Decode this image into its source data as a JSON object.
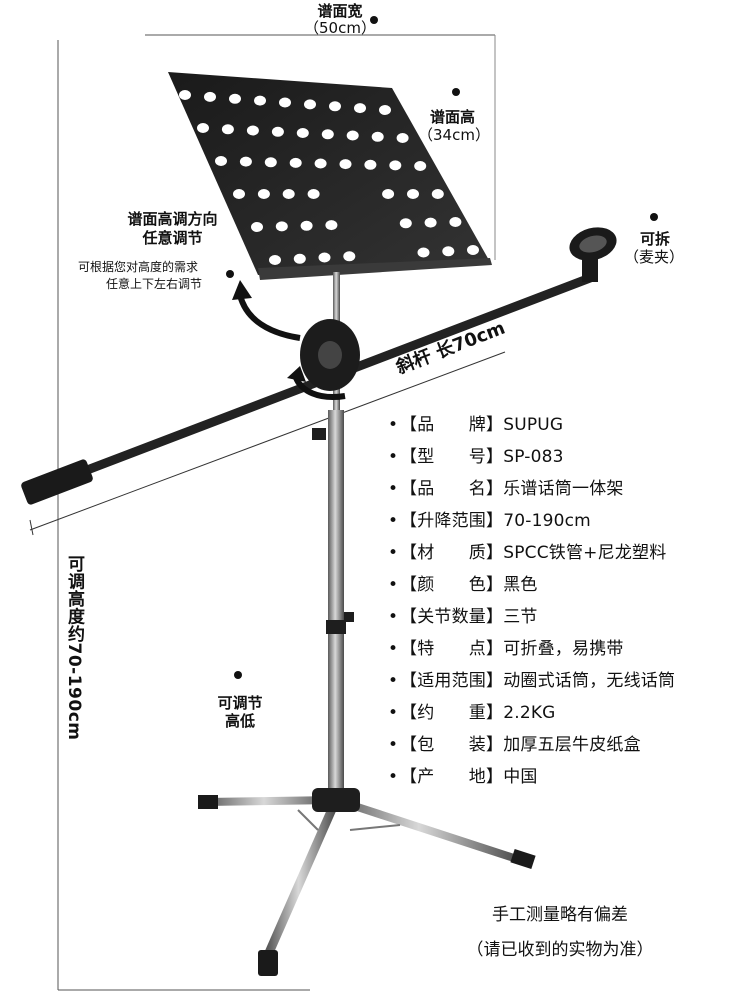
{
  "width_label": {
    "name": "谱面宽",
    "size": "（50cm）"
  },
  "height_label": {
    "name": "谱面高",
    "size": "（34cm）"
  },
  "adjust_label": {
    "title_line1": "谱面高调方向",
    "title_line2": "任意调节",
    "desc_line1": "可根据您对高度的需求",
    "desc_line2": "任意上下左右调节"
  },
  "detach_label": {
    "line1": "可拆",
    "line2": "（麦夹）"
  },
  "boom_label": "斜杆 长70cm",
  "height_range_label": "可调高度约70-190cm",
  "adjustable_label": {
    "line1": "可调节",
    "line2": "高低"
  },
  "specs": [
    {
      "key": "【品　　牌】",
      "value": "SUPUG"
    },
    {
      "key": "【型　　号】",
      "value": "SP-083"
    },
    {
      "key": "【品　　名】",
      "value": "乐谱话筒一体架"
    },
    {
      "key": "【升降范围】",
      "value": "70-190cm"
    },
    {
      "key": "【材　　质】",
      "value": "SPCC铁管+尼龙塑料"
    },
    {
      "key": "【颜　　色】",
      "value": "黑色"
    },
    {
      "key": "【关节数量】",
      "value": "三节"
    },
    {
      "key": "【特　　点】",
      "value": "可折叠，易携带"
    },
    {
      "key": "【适用范围】",
      "value": "动圈式话筒，无线话筒"
    },
    {
      "key": "【约　　重】",
      "value": "2.2KG"
    },
    {
      "key": "【包　　装】",
      "value": "加厚五层牛皮纸盒"
    },
    {
      "key": "【产　　地】",
      "value": "中国"
    }
  ],
  "note": {
    "line1": "手工测量略有偏差",
    "line2": "（请已收到的实物为准）"
  },
  "colors": {
    "metal": "#2a2a2a",
    "chrome": "#8a8a8a",
    "text": "#111111"
  }
}
